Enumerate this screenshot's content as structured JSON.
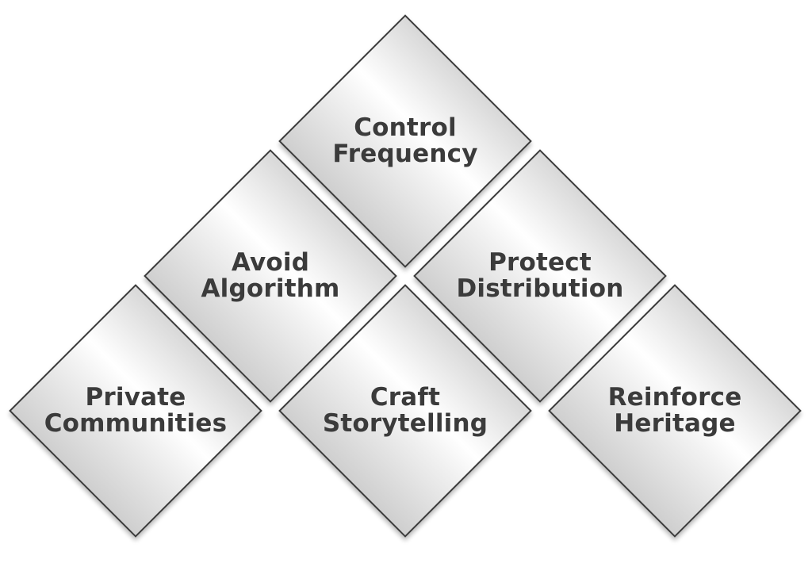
{
  "diagram": {
    "items": [
      {
        "line1": "Control",
        "line2": "Frequency"
      },
      {
        "line1": "Avoid",
        "line2": "Algorithm"
      },
      {
        "line1": "Protect",
        "line2": "Distribution"
      },
      {
        "line1": "Private",
        "line2": "Communities"
      },
      {
        "line1": "Craft",
        "line2": "Storytelling"
      },
      {
        "line1": "Reinforce",
        "line2": "Heritage"
      }
    ]
  }
}
